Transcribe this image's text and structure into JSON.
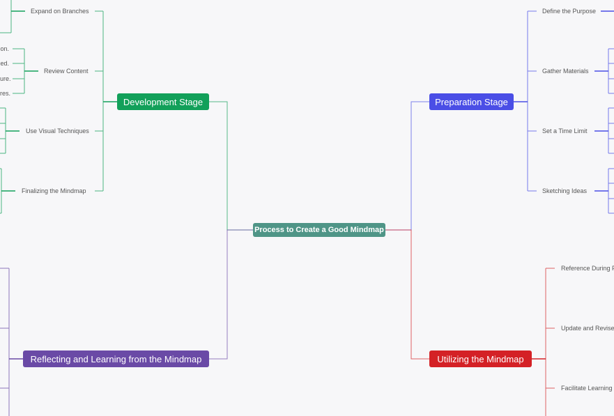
{
  "center": "Process to Create a Good Mindmap",
  "colors": {
    "center": "#4f9587",
    "development": "#12a05a",
    "preparation": "#4a4ee6",
    "reflecting": "#6a4aa6",
    "utilizing": "#d42126"
  },
  "development": {
    "label": "Development Stage",
    "children": [
      "Expand on Branches",
      "Review Content",
      "Use Visual Techniques",
      "Finalizing the Mindmap"
    ],
    "fragments": [
      "on.",
      "ed.",
      "ure.",
      "res."
    ]
  },
  "preparation": {
    "label": "Preparation Stage",
    "children": [
      "Define the Purpose",
      "Gather Materials",
      "Set a Time Limit",
      "Sketching Ideas"
    ]
  },
  "reflecting": {
    "label": "Reflecting and Learning from the Mindmap",
    "children": []
  },
  "utilizing": {
    "label": "Utilizing the Mindmap",
    "children": [
      "Reference During P",
      "Update and Revise",
      "Facilitate Learning"
    ]
  }
}
